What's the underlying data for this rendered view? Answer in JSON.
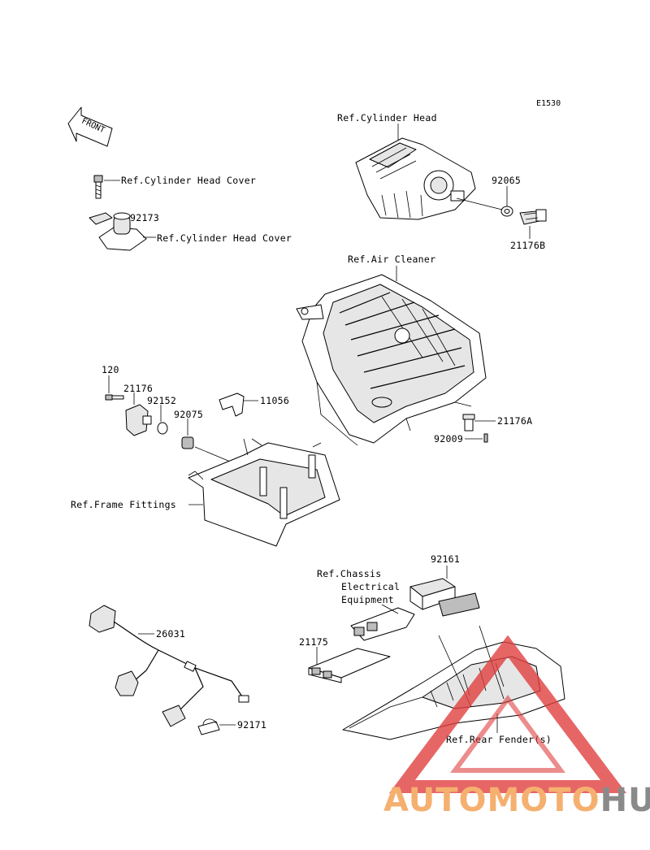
{
  "diagram_code": "E1530",
  "front_label": "FRONT",
  "labels": {
    "ref_cyl_head": "Ref.Cylinder Head",
    "p92065": "92065",
    "p21176B": "21176B",
    "ref_cyl_head_cover_1": "Ref.Cylinder Head Cover",
    "p92173": "92173",
    "ref_cyl_head_cover_2": "Ref.Cylinder Head Cover",
    "ref_air_cleaner": "Ref.Air Cleaner",
    "p120": "120",
    "p21176": "21176",
    "p92152": "92152",
    "p92075": "92075",
    "p11056": "11056",
    "p21176A": "21176A",
    "p92009": "92009",
    "ref_frame_fittings": "Ref.Frame Fittings",
    "p92161": "92161",
    "ref_chassis_1": "Ref.Chassis",
    "ref_chassis_2": "Electrical",
    "ref_chassis_3": "Equipment",
    "p21175": "21175",
    "p26031": "26031",
    "p92171": "92171",
    "ref_rear_fender": "Ref.Rear Fender(s)"
  },
  "watermark": {
    "part1": "AUTOMOTO",
    "part2": "HUB",
    "color1": "#f5b070",
    "color2": "#8a8a8a",
    "triangle_color": "#e04040"
  }
}
